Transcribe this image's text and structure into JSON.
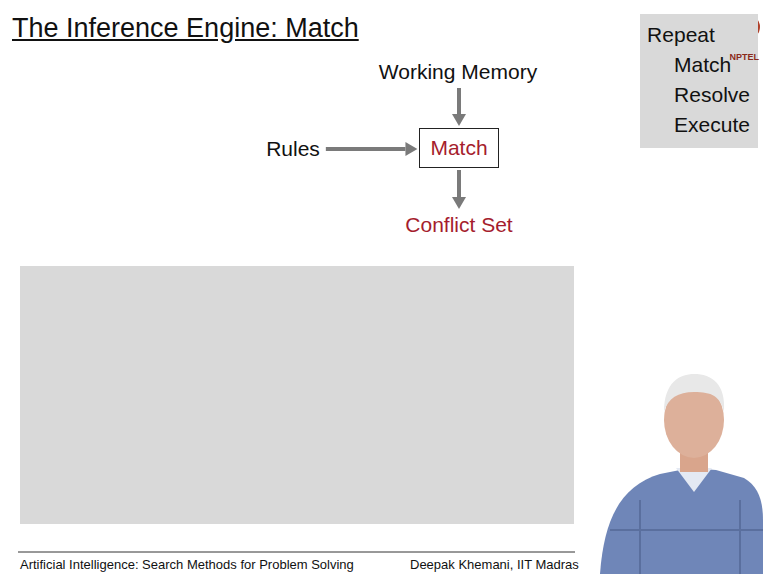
{
  "diagram": {
    "title": "The Inference Engine: Match",
    "nodes": [
      {
        "text": [
          "Working Memory"
        ]
      },
      {
        "text": [
          "Rules"
        ]
      },
      {
        "text": [
          "Match"
        ]
      },
      {
        "text": [
          "Conflict Set"
        ]
      },
      {
        "text": [
          "Repeat",
          "Match",
          "Resolve",
          "Execute"
        ]
      }
    ],
    "edges": [
      {
        "from": 0,
        "to": 2,
        "arrow": "to"
      },
      {
        "from": 1,
        "to": 2,
        "arrow": "to"
      },
      {
        "from": 2,
        "to": 3,
        "arrow": "to"
      }
    ],
    "labels": [
      "NPTEL",
      "Artificial Intelligence: Search Methods for Problem Solving",
      "Deepak Khemani, IIT Madras"
    ]
  }
}
